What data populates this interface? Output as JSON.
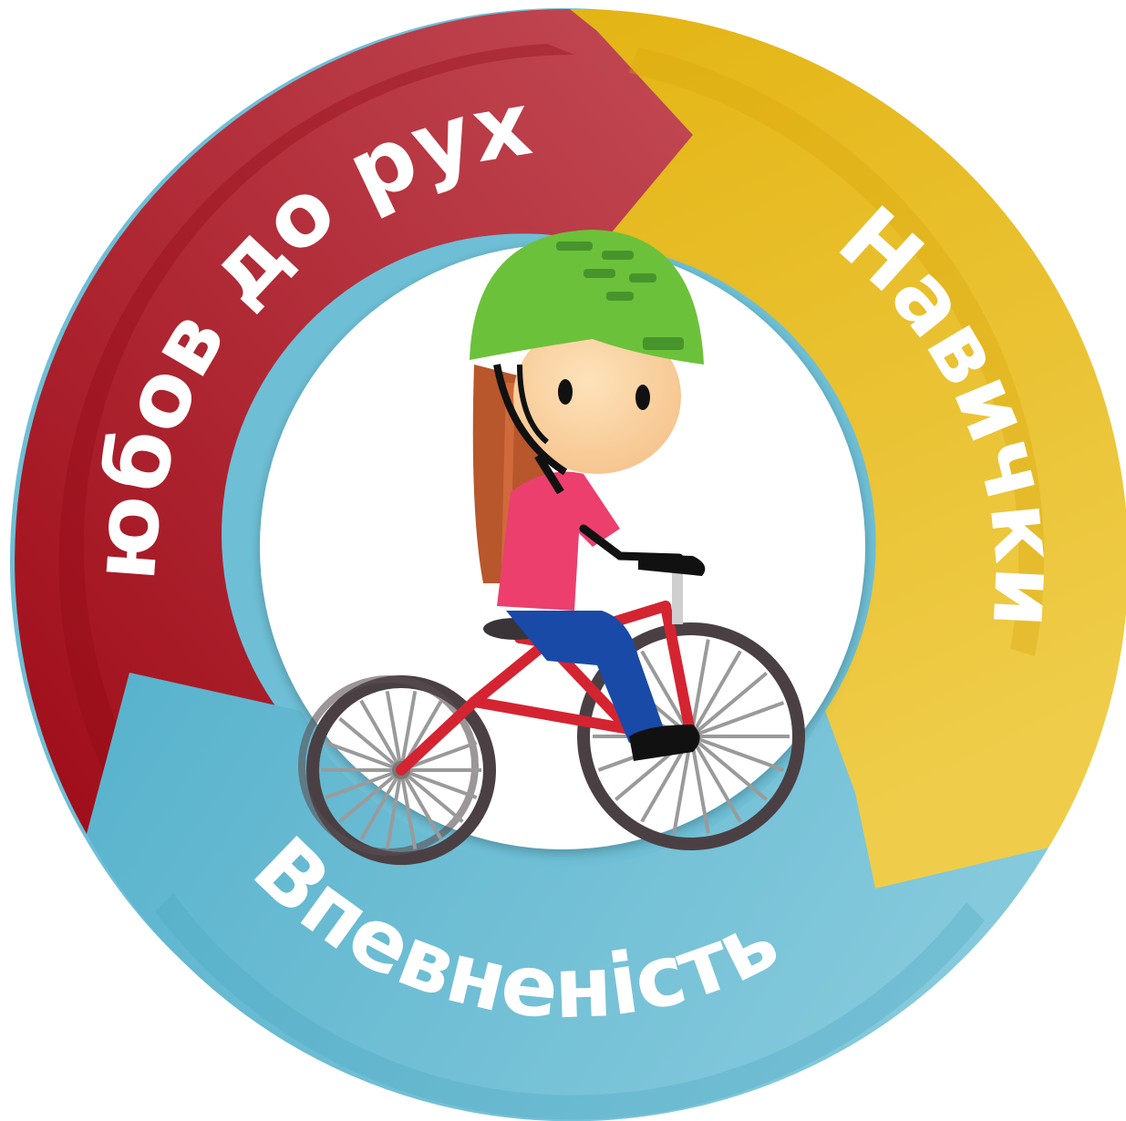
{
  "segments": [
    {
      "id": "love",
      "label": "Любов до руху",
      "color": "#a8121f",
      "color_light": "#c2424e"
    },
    {
      "id": "skills",
      "label": "Навички",
      "color": "#e6b71c",
      "color_light": "#efcf49"
    },
    {
      "id": "confidence",
      "label": "Впевненість",
      "color": "#5fb6cf",
      "color_light": "#7fc7db"
    }
  ],
  "center": {
    "illustration": "girl-riding-bicycle",
    "colors": {
      "helmet": "#6cc13a",
      "hair": "#b8562c",
      "shirt": "#ec3f6e",
      "pants": "#1a4aa8",
      "bike_frame": "#d42431",
      "tire": "#4a4044",
      "spokes": "#9a9a9a"
    }
  }
}
